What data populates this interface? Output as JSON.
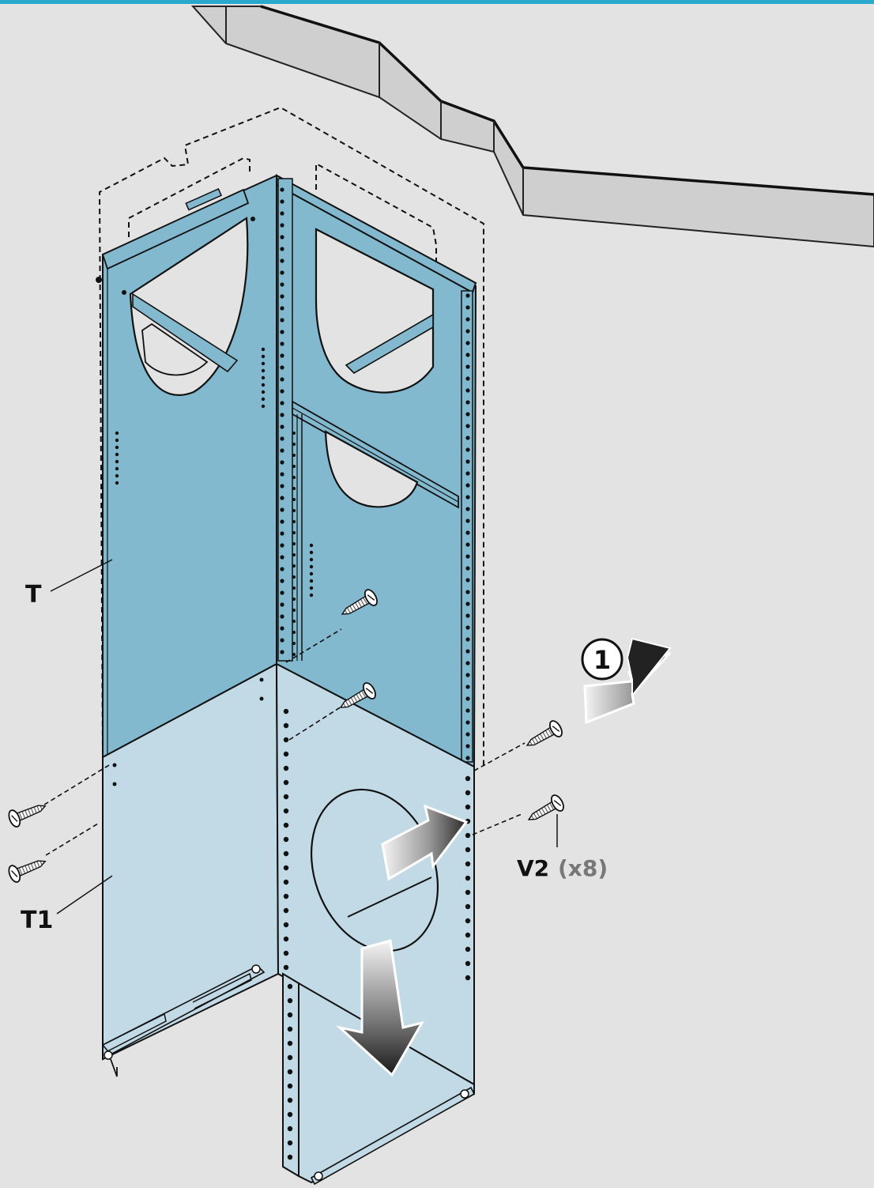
{
  "labels": {
    "duct": "T",
    "extension": "T1",
    "screw_code": "V2",
    "screw_qty": "(x8)",
    "step_number": "1"
  },
  "colors": {
    "background": "#e3e3e3",
    "top_rule": "#29a8cc",
    "duct_panel": "#82b9cf",
    "extension_panel": "#c2d9e6",
    "wall": "#cfcfcf",
    "line": "#111111",
    "qty_text": "#777777"
  },
  "icons": {
    "screw": "screw-icon",
    "arrow": "direction-arrow-icon",
    "step": "numbered-circle-icon"
  }
}
